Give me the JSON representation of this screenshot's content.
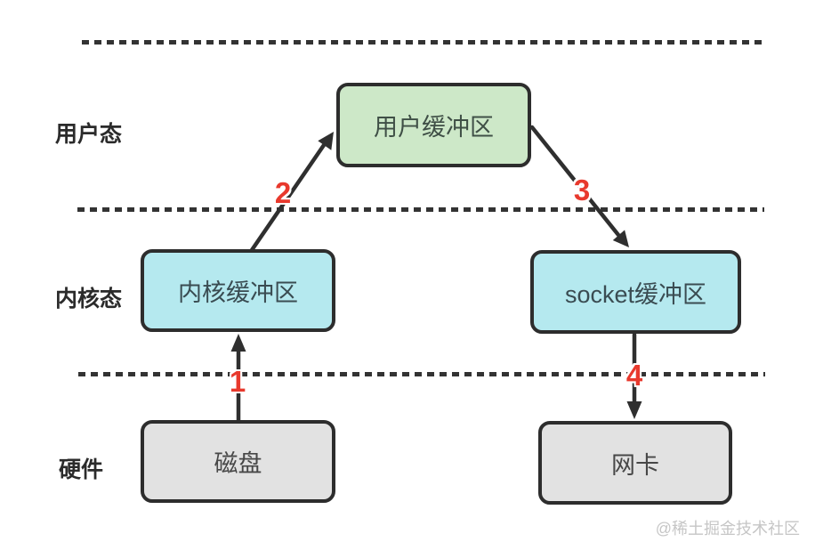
{
  "layers": {
    "user": "用户态",
    "kernel": "内核态",
    "hardware": "硬件"
  },
  "boxes": {
    "user_buffer": {
      "label": "用户缓冲区",
      "fill": "#cde8c8"
    },
    "kernel_buffer": {
      "label": "内核缓冲区",
      "fill": "#b5e9ef"
    },
    "socket_buffer": {
      "label": "socket缓冲区",
      "fill": "#b5e9ef"
    },
    "disk": {
      "label": "磁盘",
      "fill": "#e2e2e2"
    },
    "nic": {
      "label": "网卡",
      "fill": "#e2e2e2"
    }
  },
  "steps": [
    "1",
    "2",
    "3",
    "4"
  ],
  "watermark": "@稀土掘金技术社区",
  "colors": {
    "step_number": "#e8392d",
    "line": "#2f2f2f",
    "box_border": "#2d2d2d",
    "watermark": "#c6c6c6",
    "background": "#ffffff"
  }
}
